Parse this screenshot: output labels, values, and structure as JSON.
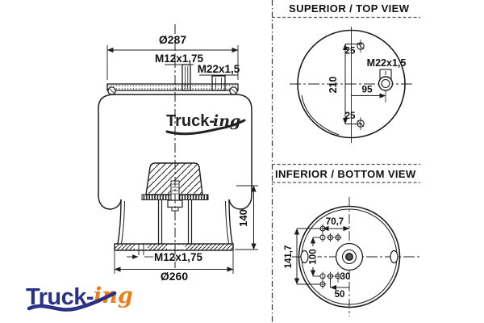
{
  "colors": {
    "ink": "#1c1c1c",
    "logo_navy": "#2b3187",
    "logo_orange": "#ee7e1d",
    "watermark": "#222222"
  },
  "side_view": {
    "dim_top_diameter": "Ø287",
    "top_stud_label": "M12x1,75",
    "port_label": "M22x1,5",
    "dim_height": "140",
    "bottom_hole_label": "M12x1,75",
    "dim_bottom_diameter": "Ø260",
    "watermark_part1": "Truck-",
    "watermark_part2": "ing"
  },
  "top_view": {
    "title": "SUPERIOR / TOP VIEW",
    "dim_bolt_offset_top": "25",
    "dim_bolt_offset_bottom": "25",
    "dim_bolt_spacing": "210",
    "dim_port_offset": "95",
    "port_label": "M22x1,5"
  },
  "bottom_view": {
    "title": "INFERIOR / BOTTOM VIEW",
    "dim_bolt_offset": "70,7",
    "dim_overall": "141,7",
    "dim_spacing": "100",
    "dim_offset_30": "30",
    "dim_offset_50": "50"
  },
  "logo": {
    "part1": "Truck-",
    "part2": "ing"
  }
}
